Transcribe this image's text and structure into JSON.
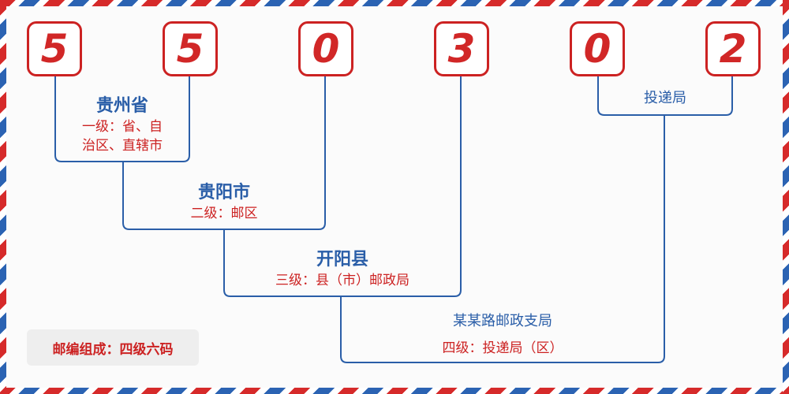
{
  "postcode": {
    "digits": [
      "5",
      "5",
      "0",
      "3",
      "0",
      "2"
    ]
  },
  "levels": {
    "province": {
      "name": "贵州省",
      "desc_line1": "一级：省、自",
      "desc_line2": "治区、直辖市"
    },
    "city": {
      "name": "贵阳市",
      "desc": "二级：邮区"
    },
    "county": {
      "name": "开阳县",
      "desc": "三级：县（市）邮政局"
    },
    "branch": {
      "name": "某某路邮政支局",
      "desc": "四级：投递局（区）"
    },
    "delivery": {
      "name": "投递局"
    }
  },
  "footer": {
    "badge": "邮编组成：四级六码"
  },
  "colors": {
    "red": "#cc2222",
    "blue": "#2a5ea8"
  }
}
